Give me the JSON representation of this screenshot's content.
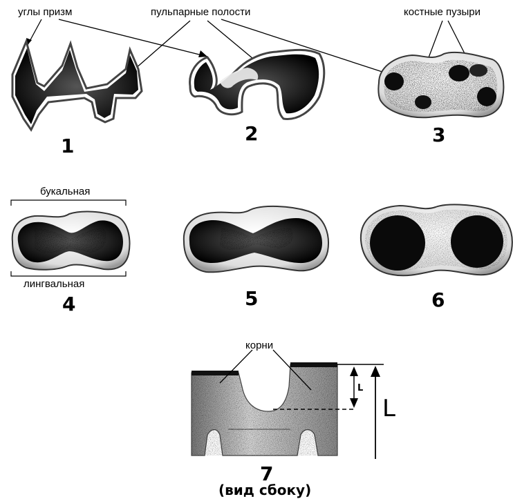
{
  "labels": {
    "prism_angles": "углы  призм",
    "pulp_cavities": "пульпарные полости",
    "bone_bubbles": "костные пузыри",
    "buccal": "букальная",
    "lingual": "лингвальная",
    "roots": "корни",
    "side_view": "(вид сбоку)",
    "small_L": "L",
    "big_L": "L"
  },
  "figures": {
    "f1": "1",
    "f2": "2",
    "f3": "3",
    "f4": "4",
    "f5": "5",
    "f6": "6",
    "f7": "7"
  }
}
